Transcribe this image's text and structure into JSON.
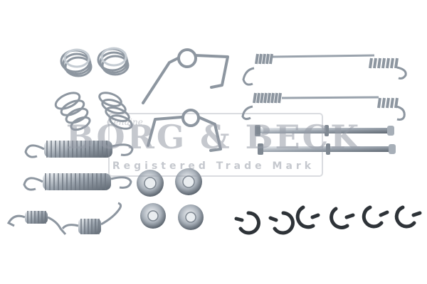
{
  "image": {
    "subject": "brake shoe fitting kit components",
    "background_color": "#ffffff",
    "metal_color": "#b9c0c8"
  },
  "watermark": {
    "brand": "BORG & BECK",
    "tagline": "Registered Trade Mark",
    "script_mark": "Genuine"
  },
  "parts": {
    "coil_spring_pairs": 2,
    "hold_down_coil_springs": 2,
    "wire_springs": 2,
    "adjuster_springs": 2,
    "long_tension_springs": 2,
    "pins": 2,
    "cup_washers": 4,
    "short_springs": 2,
    "e_clips": 6
  }
}
